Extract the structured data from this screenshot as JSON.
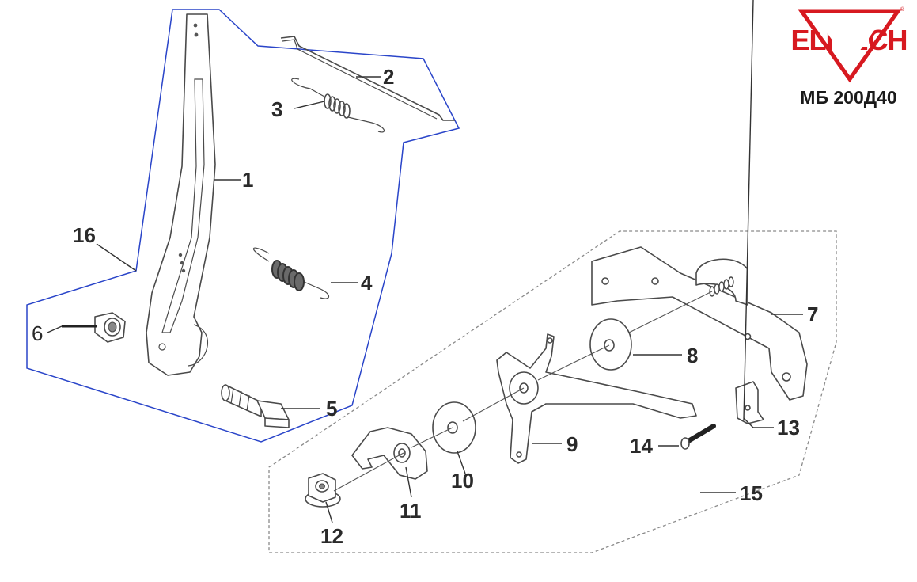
{
  "brand": {
    "name": "ELITECH",
    "registered_mark": "®",
    "model": "МБ 200Д40",
    "color": "#d71920"
  },
  "group_outline_colors": {
    "solid_group": "#2a45c9",
    "dashed_group": "#8a8a8a"
  },
  "callouts": {
    "c1": "1",
    "c2": "2",
    "c3": "3",
    "c4": "4",
    "c5": "5",
    "c6": "6",
    "c7": "7",
    "c8": "8",
    "c9": "9",
    "c10": "10",
    "c11": "11",
    "c12": "12",
    "c13": "13",
    "c14": "14",
    "c15": "15",
    "c16": "16"
  }
}
